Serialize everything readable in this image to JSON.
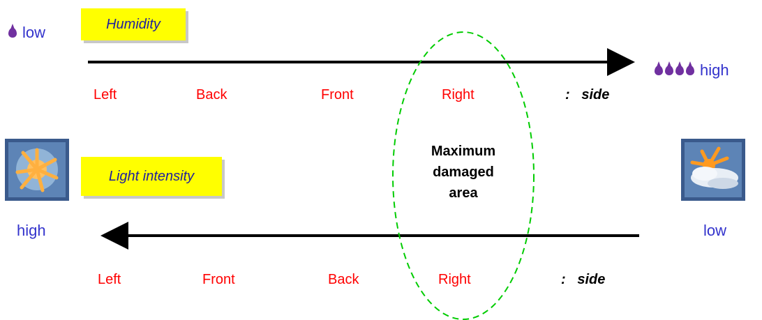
{
  "humidity": {
    "title": "Humidity",
    "low_label": "low",
    "high_label": "high",
    "low_drops": 1,
    "high_drops": 4,
    "sides": [
      "Left",
      "Back",
      "Front",
      "Right"
    ],
    "side_suffix": ":   side"
  },
  "light": {
    "title": "Light intensity",
    "high_label": "high",
    "low_label": "low",
    "sides": [
      "Left",
      "Front",
      "Back",
      "Right"
    ],
    "side_suffix": ":   side"
  },
  "highlight": {
    "line1": "Maximum",
    "line2": "damaged",
    "line3": "area"
  },
  "colors": {
    "drop": "#7030a0",
    "side_text": "#ff0000",
    "label_text": "#3333cc",
    "label_box": "#ffff00",
    "ellipse": "#00cc00"
  }
}
